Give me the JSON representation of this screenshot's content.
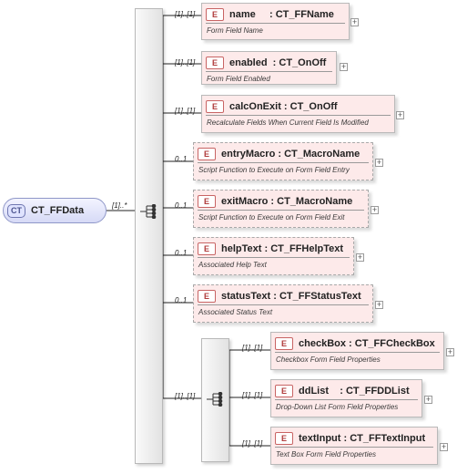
{
  "root": {
    "badge": "CT",
    "label": "CT_FFData",
    "multiplicity": "[1]..*"
  },
  "main_sequence": {
    "icon": "sequence-icon"
  },
  "inner_sequence": {
    "icon": "sequence-icon"
  },
  "elements": [
    {
      "badge": "E",
      "name": "name     : CT_FFName",
      "description": "Form Field Name",
      "multiplicity": "[1]..[1]",
      "optional": false,
      "expand": "+"
    },
    {
      "badge": "E",
      "name": "enabled  : CT_OnOff",
      "description": "Form Field Enabled",
      "multiplicity": "[1]..[1]",
      "optional": false,
      "expand": "+"
    },
    {
      "badge": "E",
      "name": "calcOnExit : CT_OnOff",
      "description": "Recalculate Fields When Current Field Is Modified",
      "multiplicity": "[1]..[1]",
      "optional": false,
      "expand": "+"
    },
    {
      "badge": "E",
      "name": "entryMacro : CT_MacroName",
      "description": "Script Function to Execute on Form Field Entry",
      "multiplicity": "0..1",
      "optional": true,
      "expand": "+"
    },
    {
      "badge": "E",
      "name": "exitMacro : CT_MacroName",
      "description": "Script Function to Execute on Form Field Exit",
      "multiplicity": "0..1",
      "optional": true,
      "expand": "+"
    },
    {
      "badge": "E",
      "name": "helpText : CT_FFHelpText",
      "description": "Associated Help Text",
      "multiplicity": "0..1",
      "optional": true,
      "expand": "+"
    },
    {
      "badge": "E",
      "name": "statusText : CT_FFStatusText",
      "description": "Associated Status Text",
      "multiplicity": "0..1",
      "optional": true,
      "expand": "+"
    }
  ],
  "inner_group_multiplicity": "[1]..[1]",
  "inner_elements": [
    {
      "badge": "E",
      "name": "checkBox : CT_FFCheckBox",
      "description": "Checkbox Form Field Properties",
      "multiplicity": "[1]..[1]",
      "optional": false,
      "expand": "+"
    },
    {
      "badge": "E",
      "name": "ddList    : CT_FFDDList",
      "description": "Drop-Down List Form Field Properties",
      "multiplicity": "[1]..[1]",
      "optional": false,
      "expand": "+"
    },
    {
      "badge": "E",
      "name": "textInput : CT_FFTextInput",
      "description": "Text Box Form Field Properties",
      "multiplicity": "[1]..[1]",
      "optional": false,
      "expand": "+"
    }
  ]
}
